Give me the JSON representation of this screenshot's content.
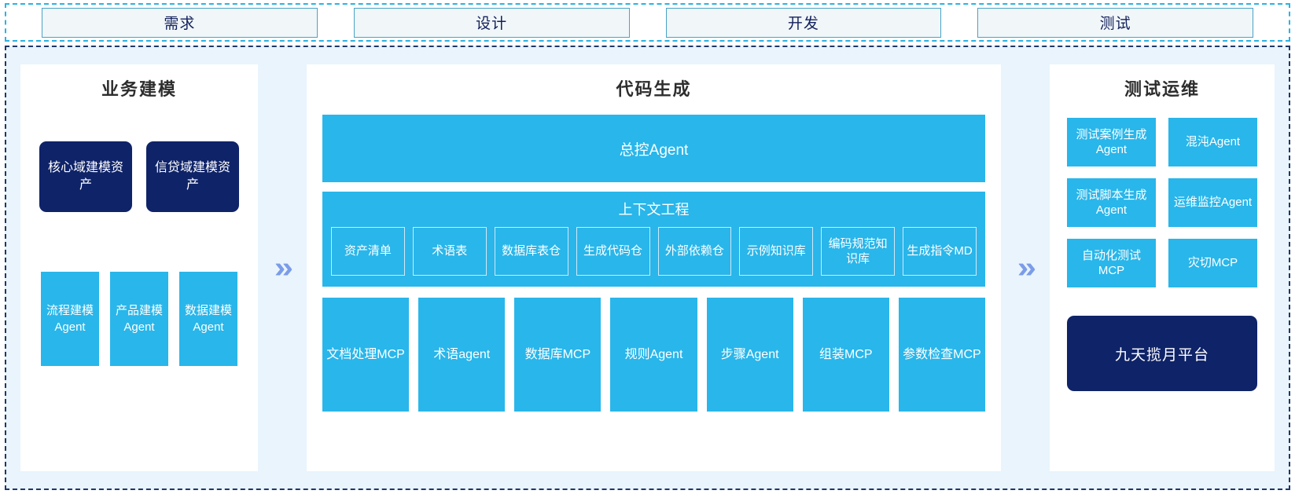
{
  "phases": [
    {
      "label": "需求"
    },
    {
      "label": "设计"
    },
    {
      "label": "开发"
    },
    {
      "label": "测试"
    }
  ],
  "left_panel": {
    "title": "业务建模",
    "assets": [
      {
        "label": "核心域建模资产"
      },
      {
        "label": "信贷域建模资产"
      }
    ],
    "agents": [
      {
        "label": "流程建模Agent"
      },
      {
        "label": "产品建模Agent"
      },
      {
        "label": "数据建模Agent"
      }
    ]
  },
  "center_panel": {
    "title": "代码生成",
    "master_agent": "总控Agent",
    "context": {
      "title": "上下文工程",
      "items": [
        {
          "label": "资产清单"
        },
        {
          "label": "术语表"
        },
        {
          "label": "数据库表仓"
        },
        {
          "label": "生成代码仓"
        },
        {
          "label": "外部依赖仓"
        },
        {
          "label": "示例知识库"
        },
        {
          "label": "编码规范知识库"
        },
        {
          "label": "生成指令MD"
        }
      ]
    },
    "tools": [
      {
        "label": "文档处理MCP"
      },
      {
        "label": "术语agent"
      },
      {
        "label": "数据库MCP"
      },
      {
        "label": "规则Agent"
      },
      {
        "label": "步骤Agent"
      },
      {
        "label": "组装MCP"
      },
      {
        "label": "参数检查MCP"
      }
    ]
  },
  "right_panel": {
    "title": "测试运维",
    "boxes": [
      {
        "label": "测试案例生成Agent"
      },
      {
        "label": "混沌Agent"
      },
      {
        "label": "测试脚本生成Agent"
      },
      {
        "label": "运维监控Agent"
      },
      {
        "label": "自动化测试MCP"
      },
      {
        "label": "灾切MCP"
      }
    ],
    "platform": "九天揽月平台"
  },
  "connectors": {
    "chevron_glyph": "»"
  },
  "colors": {
    "accent_blue": "#29b6ea",
    "navy": "#0f2368",
    "band_bg": "#e9f4fc",
    "chevron": "#7b9ce8",
    "phase_border": "#4aa3c4"
  }
}
